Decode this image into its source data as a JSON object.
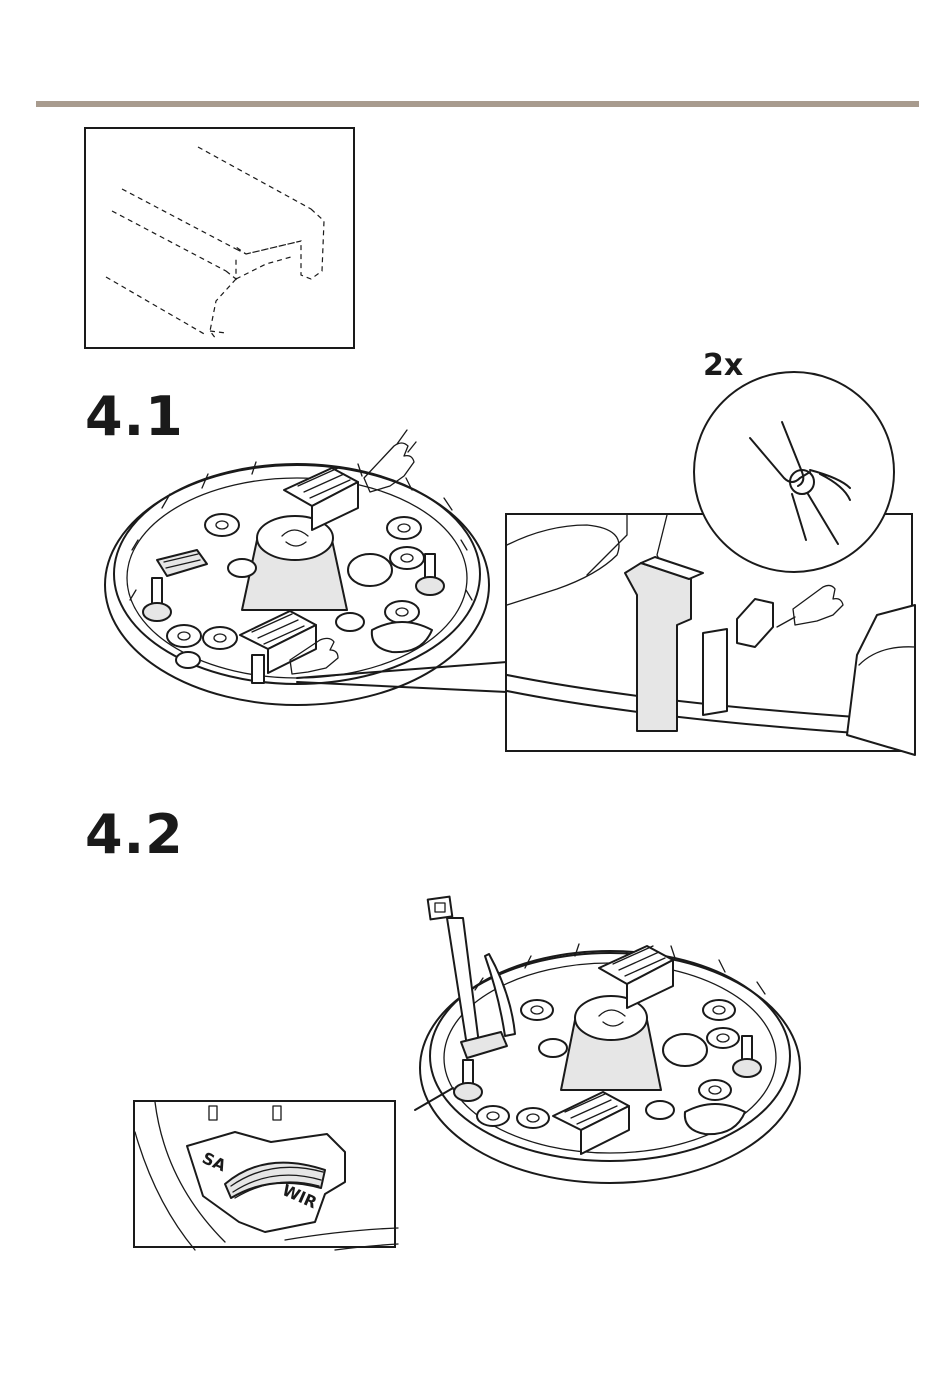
{
  "step_4_1": {
    "label": "4.1",
    "multiplier": "2x"
  },
  "step_4_2": {
    "label": "4.2"
  },
  "inset_label": {
    "left": "SA",
    "right": "WIR"
  },
  "colors": {
    "rule": "#a89b8e",
    "ink": "#1a1a1a"
  }
}
